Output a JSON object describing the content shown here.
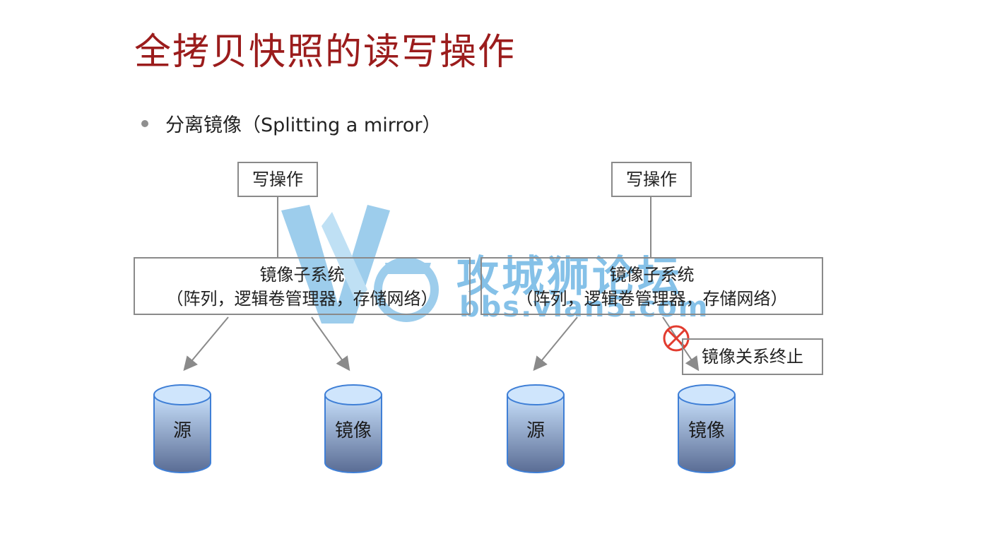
{
  "title": "全拷贝快照的读写操作",
  "bullet": "分离镜像（Splitting a mirror）",
  "diagrams": [
    {
      "write_label": "写操作",
      "subsystem_line1": "镜像子系统",
      "subsystem_line2": "（阵列，逻辑卷管理器，存储网络）",
      "disk_source": "源",
      "disk_mirror": "镜像"
    },
    {
      "write_label": "写操作",
      "subsystem_line1": "镜像子系统",
      "subsystem_line2": "（阵列，逻辑卷管理器，存储网络）",
      "disk_source": "源",
      "disk_mirror": "镜像",
      "terminated_label": "镜像关系终止"
    }
  ],
  "watermark": {
    "text": "攻城狮论坛",
    "url": "bbs.vlan5.com"
  },
  "colors": {
    "title": "#9b1c1c",
    "box_border": "#8a8a8a",
    "disk_top": "#c8e0fb",
    "disk_bottom": "#5a6c94",
    "stop_symbol": "#e23b2e"
  }
}
